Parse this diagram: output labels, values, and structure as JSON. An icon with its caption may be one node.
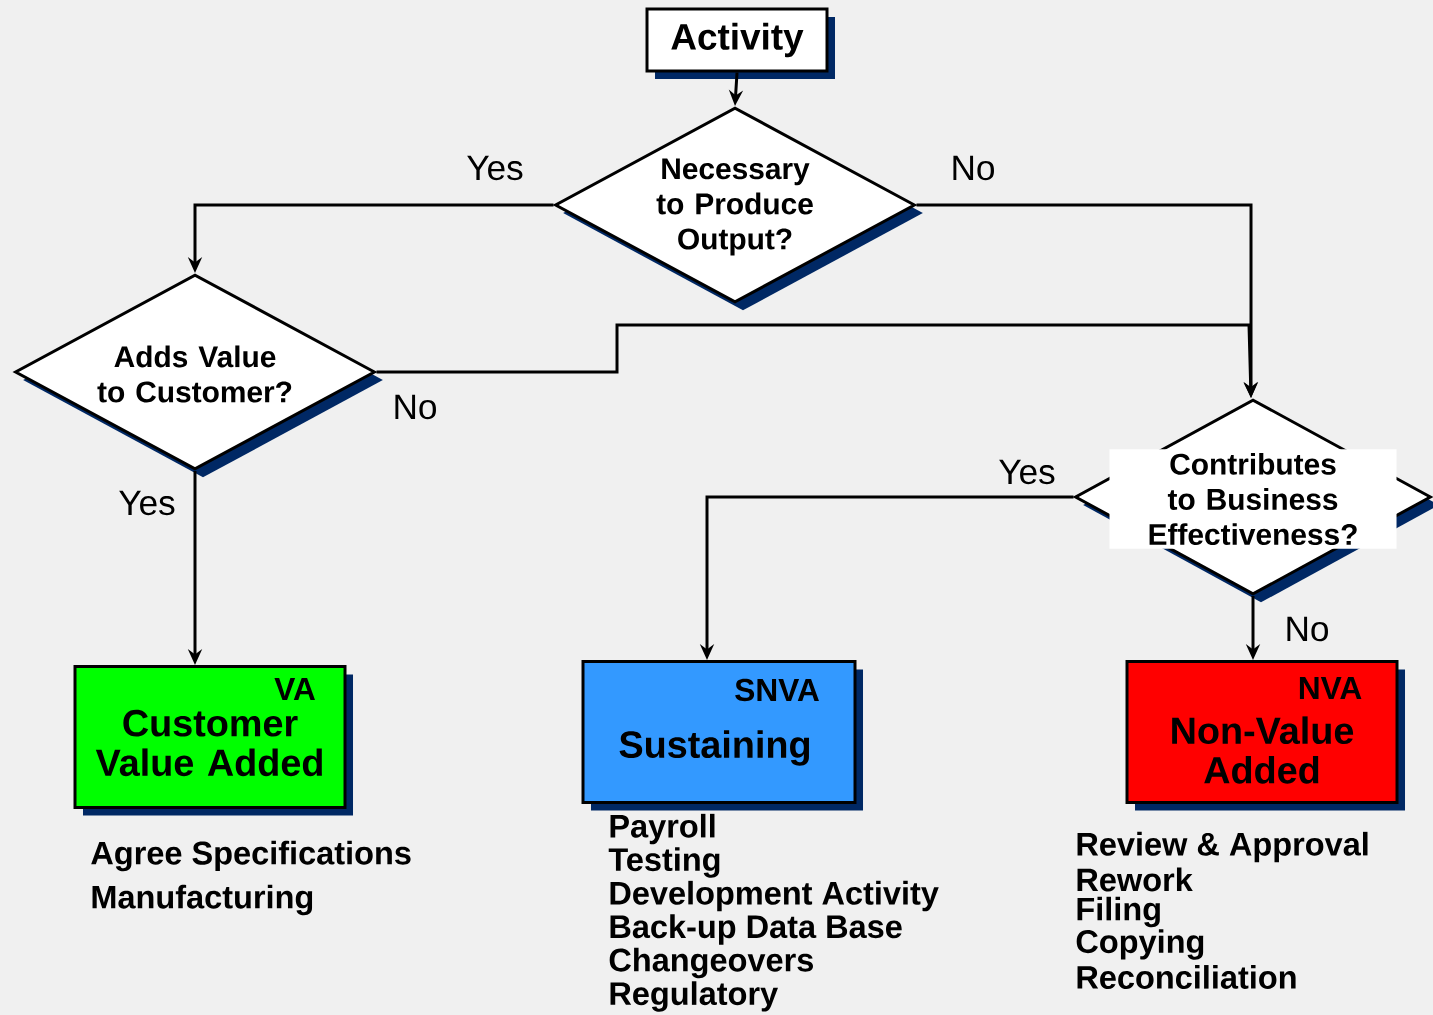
{
  "diagram": {
    "nodes": [
      {
        "text": [
          "Activity"
        ]
      },
      {
        "text": [
          "Necessary to Produce Output?"
        ]
      },
      {
        "text": [
          "Adds Value to Customer?"
        ]
      },
      {
        "text": [
          "Contributes to Business Effectiveness?"
        ]
      },
      {
        "text": [
          "VA",
          "Customer Value Added"
        ],
        "beside": [
          "Agree Specifications",
          "Manufacturing"
        ]
      },
      {
        "text": [
          "SNVA",
          "Sustaining"
        ],
        "beside": [
          "Payroll",
          "Testing",
          "Development Activity",
          "Back-up Data Base",
          "Changeovers",
          "Regulatory"
        ]
      },
      {
        "text": [
          "NVA",
          "Non-Value Added"
        ],
        "beside": [
          "Review & Approval",
          "Rework",
          "Filing",
          "Copying",
          "Reconciliation"
        ]
      }
    ],
    "edges": [
      {
        "from": 0,
        "to": 1,
        "arrow": "to"
      },
      {
        "from": 1,
        "to": 2,
        "arrow": "to",
        "label": "Yes"
      },
      {
        "from": 1,
        "to": 3,
        "arrow": "to",
        "label": "No"
      },
      {
        "from": 2,
        "to": 4,
        "arrow": "to",
        "label": "Yes"
      },
      {
        "from": 2,
        "to": 3,
        "arrow": "to",
        "label": "No"
      },
      {
        "from": 3,
        "to": 5,
        "arrow": "to",
        "label": "Yes"
      },
      {
        "from": 3,
        "to": 6,
        "arrow": "to",
        "label": "No"
      }
    ]
  }
}
